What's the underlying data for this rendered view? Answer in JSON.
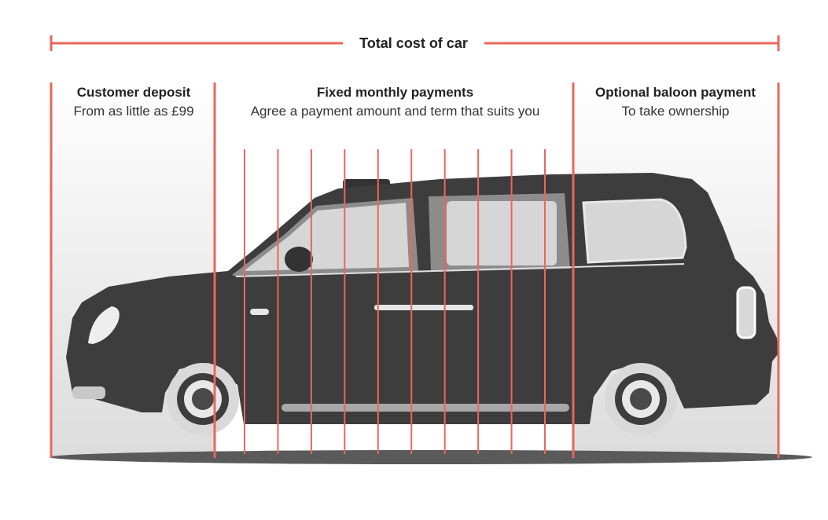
{
  "title": "Total cost of car",
  "sections": {
    "deposit": {
      "heading": "Customer deposit",
      "subtext": "From as little as £99"
    },
    "monthly": {
      "heading": "Fixed monthly payments",
      "subtext": "Agree a payment amount and term that suits you"
    },
    "balloon": {
      "heading": "Optional baloon payment",
      "subtext": "To take ownership"
    }
  },
  "colors": {
    "accent": "#e8675d",
    "car_body": "#3d3d3d",
    "window": "#d8d8d8",
    "trim": "#8c8c8c",
    "shadow": "#5a5a5a",
    "panel": "#ececec"
  },
  "monthly_payment_markers": 10
}
